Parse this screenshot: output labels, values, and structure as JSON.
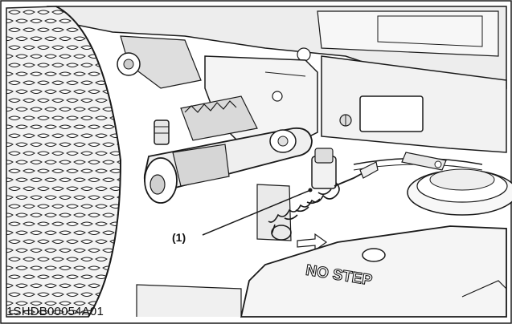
{
  "figure": {
    "callout_label": "(1)",
    "stamp_text": "NO STEP",
    "figure_code": "1SHDB00054A01"
  },
  "colors": {
    "line": "#1a1a1a",
    "shade": "#c8c8c8",
    "light": "#e6e6e6",
    "background": "#ffffff"
  }
}
